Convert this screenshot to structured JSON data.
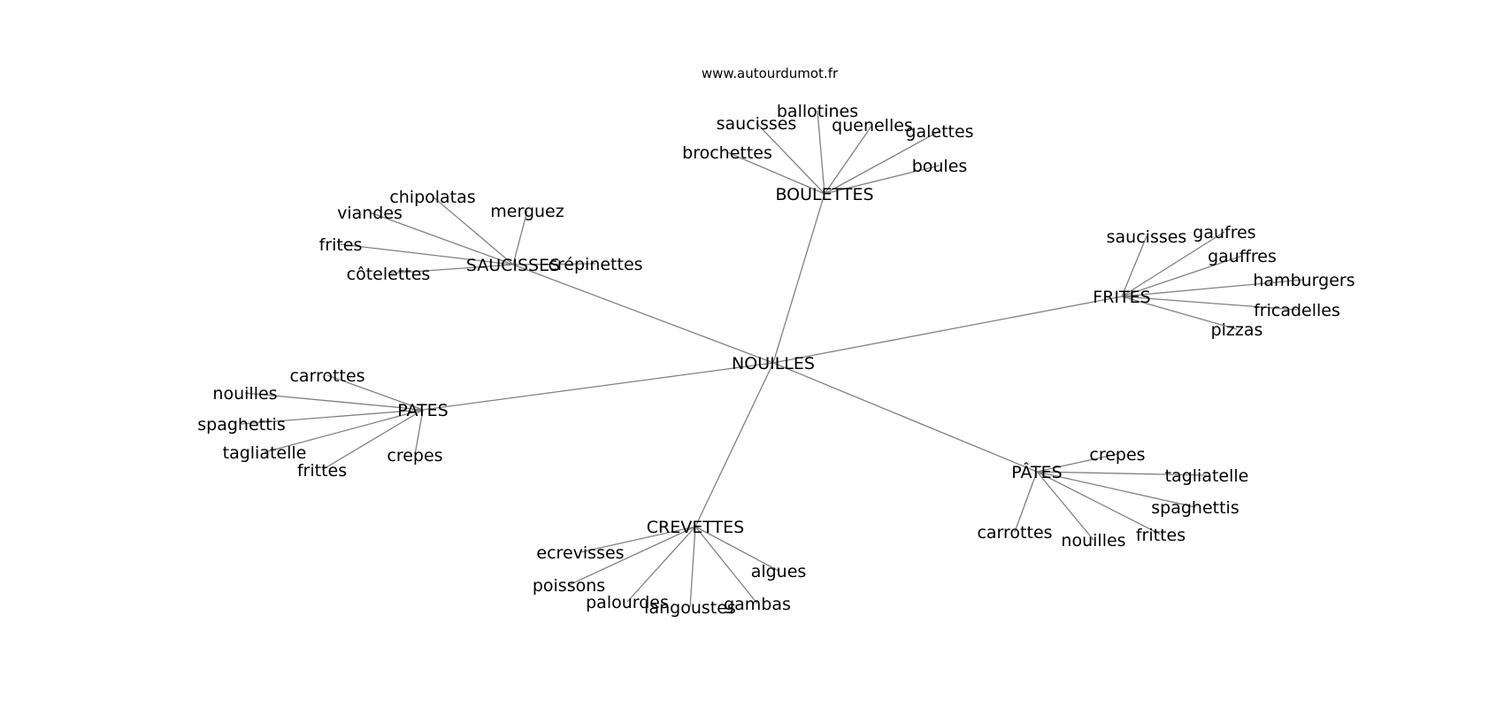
{
  "source": "www.autourdumot.fr",
  "graph": {
    "root": "NOUILLES",
    "clusters": [
      {
        "hub": "BOULETTES",
        "leaves": [
          "ballotines",
          "saucisses",
          "quenelles",
          "galettes",
          "brochettes",
          "boules"
        ]
      },
      {
        "hub": "SAUCISSES",
        "leaves": [
          "chipolatas",
          "viandes",
          "merguez",
          "frites",
          "crépinettes",
          "côtelettes"
        ]
      },
      {
        "hub": "FRITES",
        "leaves": [
          "saucisses",
          "gaufres",
          "gauffres",
          "hamburgers",
          "fricadelles",
          "pizzas"
        ]
      },
      {
        "hub": "PATES",
        "leaves": [
          "carrottes",
          "nouilles",
          "spaghettis",
          "tagliatelle",
          "frittes",
          "crepes"
        ]
      },
      {
        "hub": "PÂTES",
        "leaves": [
          "crepes",
          "tagliatelle",
          "spaghettis",
          "frittes",
          "carrottes",
          "nouilles"
        ]
      },
      {
        "hub": "CREVETTES",
        "leaves": [
          "ecrevisses",
          "algues",
          "poissons",
          "palourdes",
          "gambas",
          "langoustes"
        ]
      }
    ]
  }
}
